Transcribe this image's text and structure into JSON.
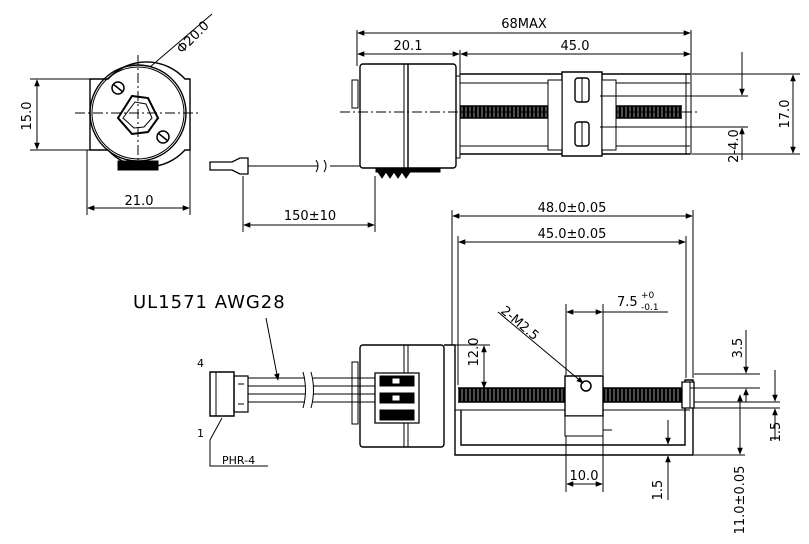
{
  "dimensions": {
    "diameter": "Φ20.0",
    "height_15": "15.0",
    "width_21": "21.0",
    "overall_max": "68MAX",
    "body_20_1": "20.1",
    "rail_45": "45.0",
    "height_17": "17.0",
    "slot_2_4": "2-4.0",
    "lead_150": "150±10",
    "frame_48": "48.0±0.05",
    "frame_45": "45.0±0.05",
    "offset_7_5_main": "7.5",
    "offset_7_5_sup": "+0",
    "offset_7_5_sub": "-0.1",
    "thread": "2-M2.5",
    "height_12": "12.0",
    "gap_3_5": "3.5",
    "gap_1_5_right": "1.5",
    "height_11": "11.0±0.05",
    "slider_10": "10.0",
    "gap_1_5_bottom": "1.5"
  },
  "labels": {
    "cable": "UL1571  AWG28",
    "connector": "PHR-4",
    "pin_4": "4",
    "pin_1": "1"
  },
  "colors": {
    "line": "#000000",
    "background": "#ffffff"
  }
}
